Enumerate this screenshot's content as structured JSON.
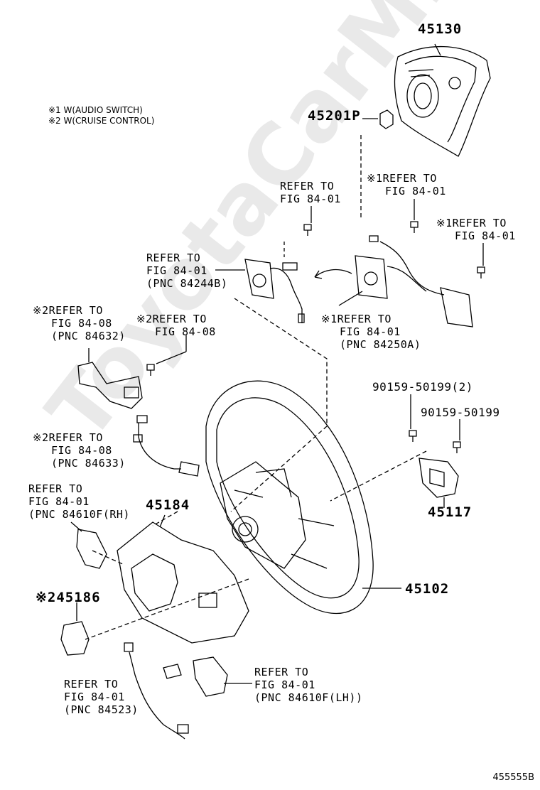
{
  "watermark": "ToyotaCarMine.ru",
  "figure_id": "455555B",
  "notes": [
    "※1 W(AUDIO SWITCH)",
    "※2 W(CRUISE CONTROL)"
  ],
  "part_numbers": {
    "p45130": "45130",
    "p45201p": "45201P",
    "p45117": "45117",
    "p45184": "45184",
    "p45186": "※245186",
    "p45102": "45102",
    "bolt_a": "90159-50199(2)",
    "bolt_b": "90159-50199"
  },
  "refs": {
    "r1": [
      "REFER TO",
      "FIG 84-01"
    ],
    "r2": [
      "※1REFER TO",
      "FIG 84-01"
    ],
    "r3": [
      "※1REFER TO",
      "FIG 84-01"
    ],
    "r4": [
      "REFER TO",
      "FIG 84-01",
      "(PNC 84244B)"
    ],
    "r5": [
      "※1REFER TO",
      "FIG 84-01",
      "(PNC 84250A)"
    ],
    "r6": [
      "※2REFER TO",
      "FIG 84-08",
      "(PNC 84632)"
    ],
    "r7": [
      "※2REFER TO",
      "FIG 84-08"
    ],
    "r8": [
      "※2REFER TO",
      "FIG 84-08",
      "(PNC 84633)"
    ],
    "r9": [
      "REFER TO",
      "FIG 84-01",
      "(PNC 84610F(RH)"
    ],
    "r10": [
      "REFER TO",
      "FIG 84-01",
      "(PNC 84523)"
    ],
    "r11": [
      "REFER TO",
      "FIG 84-01",
      "(PNC 84610F(LH))"
    ]
  }
}
